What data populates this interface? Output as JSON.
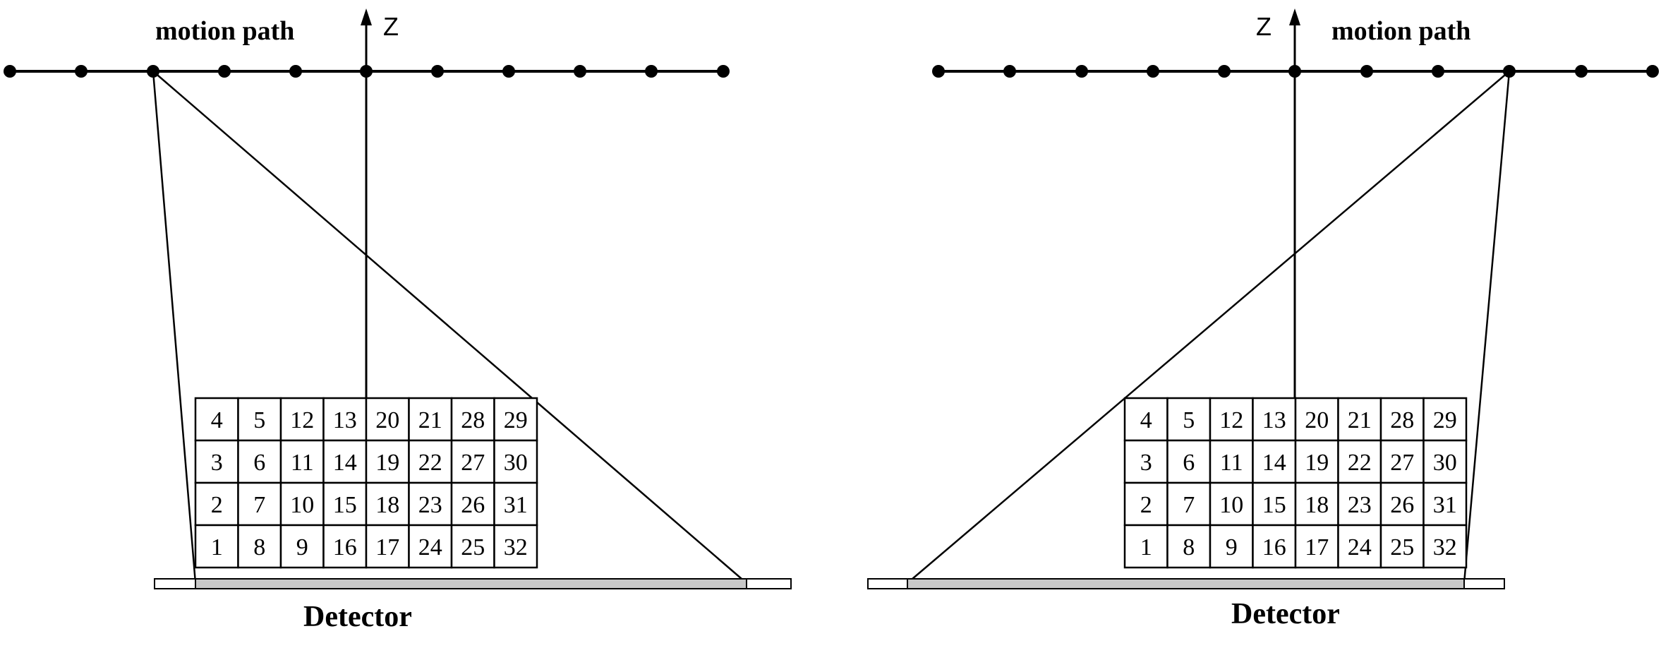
{
  "labels": {
    "motion_path": "motion path",
    "axis": "Z",
    "detector": "Detector"
  },
  "grid": {
    "rows": [
      [
        "4",
        "5",
        "12",
        "13",
        "20",
        "21",
        "28",
        "29"
      ],
      [
        "3",
        "6",
        "11",
        "14",
        "19",
        "22",
        "27",
        "30"
      ],
      [
        "2",
        "7",
        "10",
        "15",
        "18",
        "23",
        "26",
        "31"
      ],
      [
        "1",
        "8",
        "9",
        "16",
        "17",
        "24",
        "25",
        "32"
      ]
    ]
  },
  "colors": {
    "ink": "#000000",
    "detector_fill": "#c8c8c8",
    "background": "#ffffff"
  }
}
